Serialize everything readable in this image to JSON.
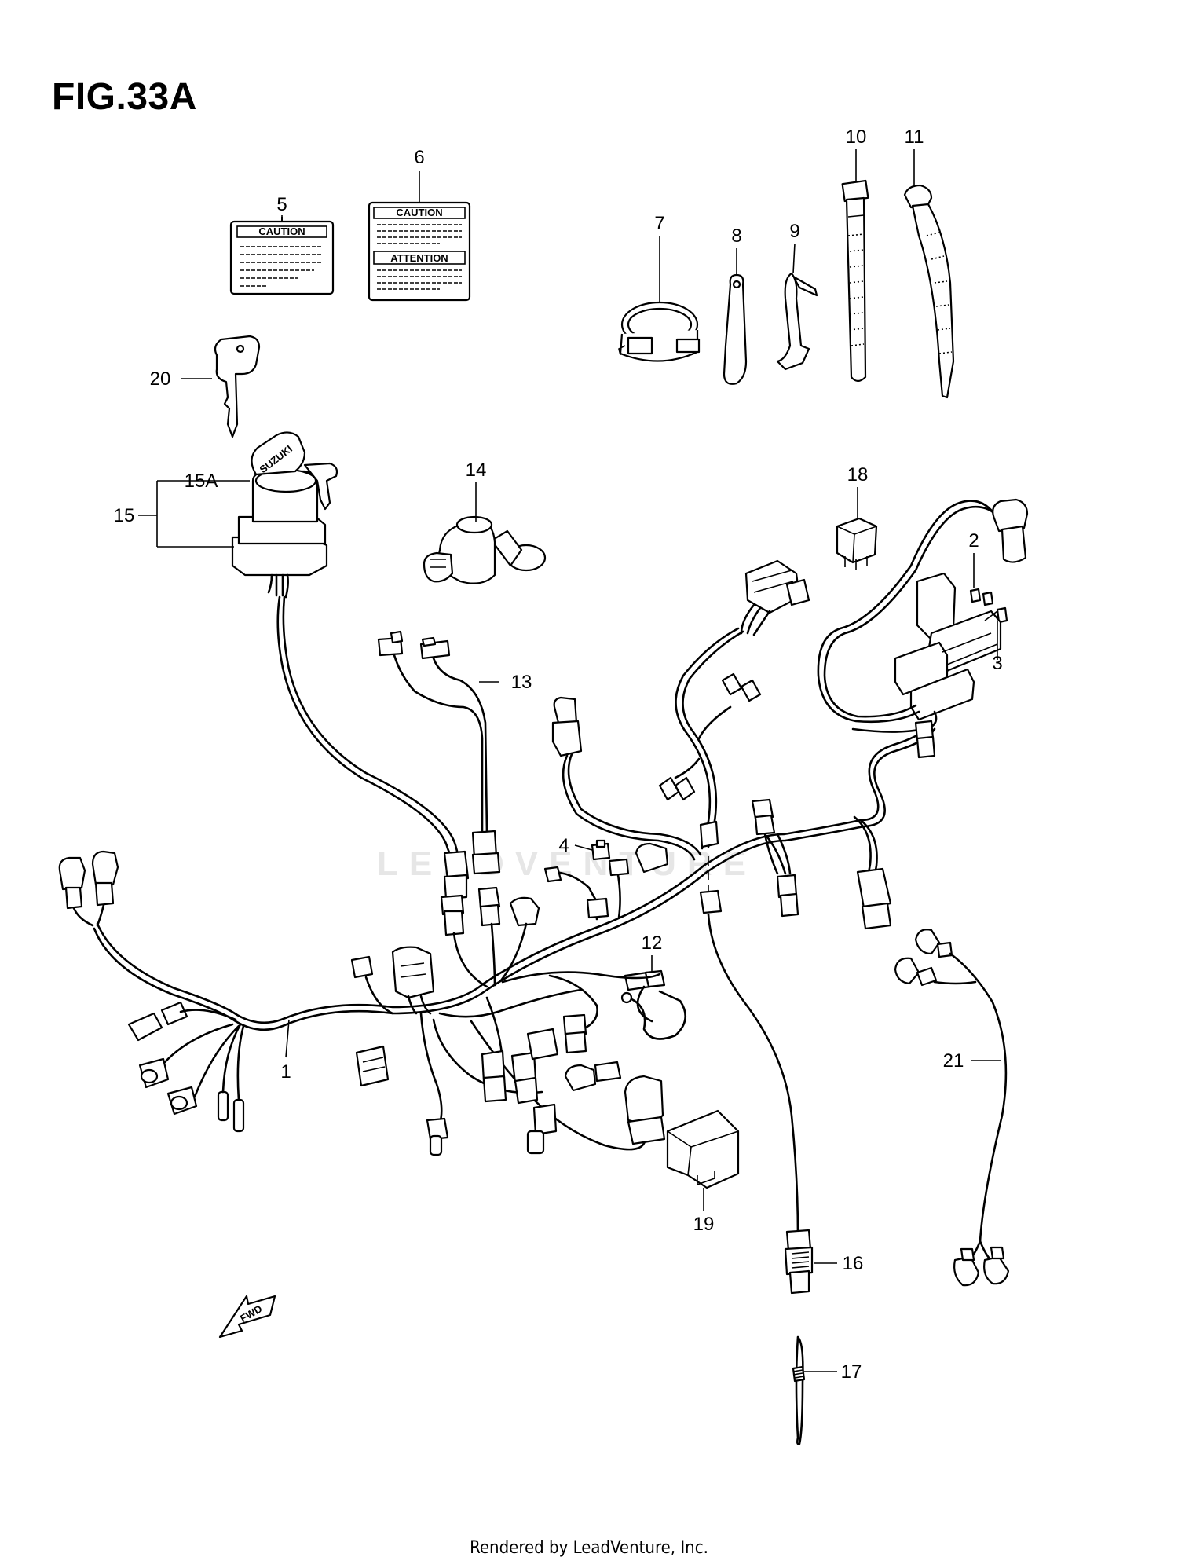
{
  "figure_title": "FIG.33A",
  "footer": "Rendered by LeadVenture, Inc.",
  "watermark": "LEADVENTURE",
  "labels": {
    "caution_small": "CAUTION",
    "caution_large": "CAUTION",
    "attention": "ATTENTION",
    "key_brand": "SUZUKI",
    "fwd": "FWD"
  },
  "callouts": {
    "c1": "1",
    "c2": "2",
    "c3": "3",
    "c4": "4",
    "c5": "5",
    "c6": "6",
    "c7": "7",
    "c8": "8",
    "c9": "9",
    "c10": "10",
    "c11": "11",
    "c12": "12",
    "c13": "13",
    "c14": "14",
    "c15": "15",
    "c15a": "15A",
    "c16": "16",
    "c17": "17",
    "c18": "18",
    "c19": "19",
    "c20": "20",
    "c21": "21"
  }
}
